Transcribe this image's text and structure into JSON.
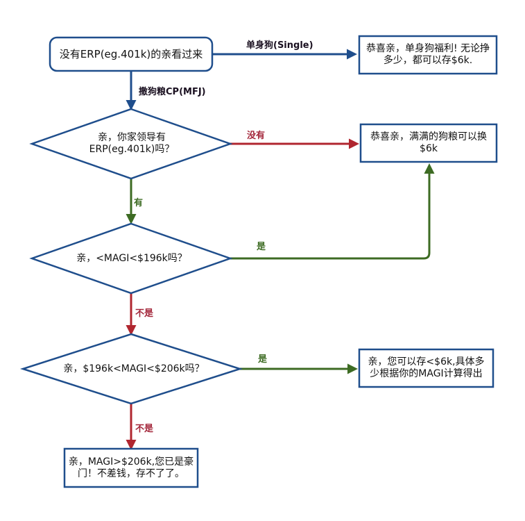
{
  "colors": {
    "node_border": "#1f4e8c",
    "flow_blue": "#1f4e8c",
    "flow_red": "#b0262f",
    "flow_green": "#3d6b23",
    "label_dark": "#1a1020",
    "label_red": "#a3263a",
    "label_green": "#3d6b23"
  },
  "nodes": {
    "start": {
      "text": "没有ERP(eg.401k)的亲看过来"
    },
    "single_result": {
      "text": "恭喜亲，单身狗福利! 无论挣多少，都可以存$6k."
    },
    "q_erp": {
      "text": "亲，你家领导有ERP(eg.401k)吗？"
    },
    "no_erp_result": {
      "text": "恭喜亲，满满的狗粮可以换$6k"
    },
    "q_magi_196": {
      "text": "亲，<MAGI<$196k吗？"
    },
    "q_magi_range": {
      "text": "亲，$196k<MAGI<$206k吗？"
    },
    "partial_result": {
      "text": "亲，您可以存<$6k,具体多少根据你的MAGI计算得出"
    },
    "over_result": {
      "text": "亲，MAGI>$206k,您已是豪门！不差钱，存不了了。"
    }
  },
  "edges": {
    "single": {
      "label": "单身狗(Single)"
    },
    "mfj": {
      "label": "撒狗粮CP(MFJ)"
    },
    "no_erp": {
      "label": "没有"
    },
    "has_erp": {
      "label": "有"
    },
    "magi_yes": {
      "label": "是"
    },
    "magi_no": {
      "label": "不是"
    },
    "range_yes": {
      "label": "是"
    },
    "range_no": {
      "label": "不是"
    }
  }
}
